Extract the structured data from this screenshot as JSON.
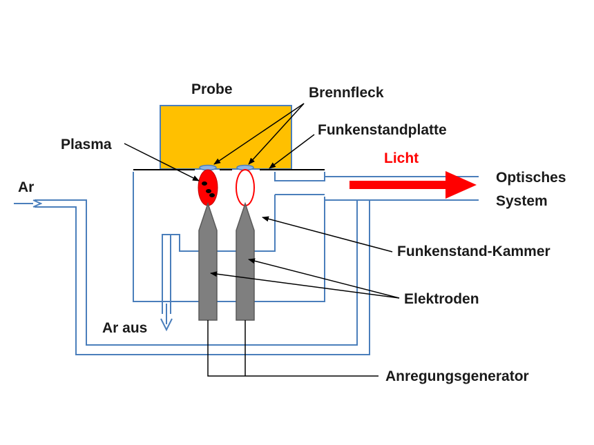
{
  "labels": {
    "probe": "Probe",
    "brennfleck": "Brennfleck",
    "funkenstandplatte": "Funkenstandplatte",
    "plasma": "Plasma",
    "licht": "Licht",
    "optisches_line1": "Optisches",
    "optisches_line2": "System",
    "ar_in": "Ar",
    "ar_out": "Ar aus",
    "funkenstand_kammer": "Funkenstand-Kammer",
    "elektroden": "Elektroden",
    "anregungsgenerator": "Anregungsgenerator"
  },
  "colors": {
    "sample_fill": "#ffc000",
    "gas_pipe": "#4a7ebb",
    "plasma_fill": "#ff0000",
    "light_arrow": "#ff0000",
    "electrode_fill": "#7f7f7f",
    "spot_fill": "#8eb4e3",
    "label_text": "#1a1a1a"
  }
}
